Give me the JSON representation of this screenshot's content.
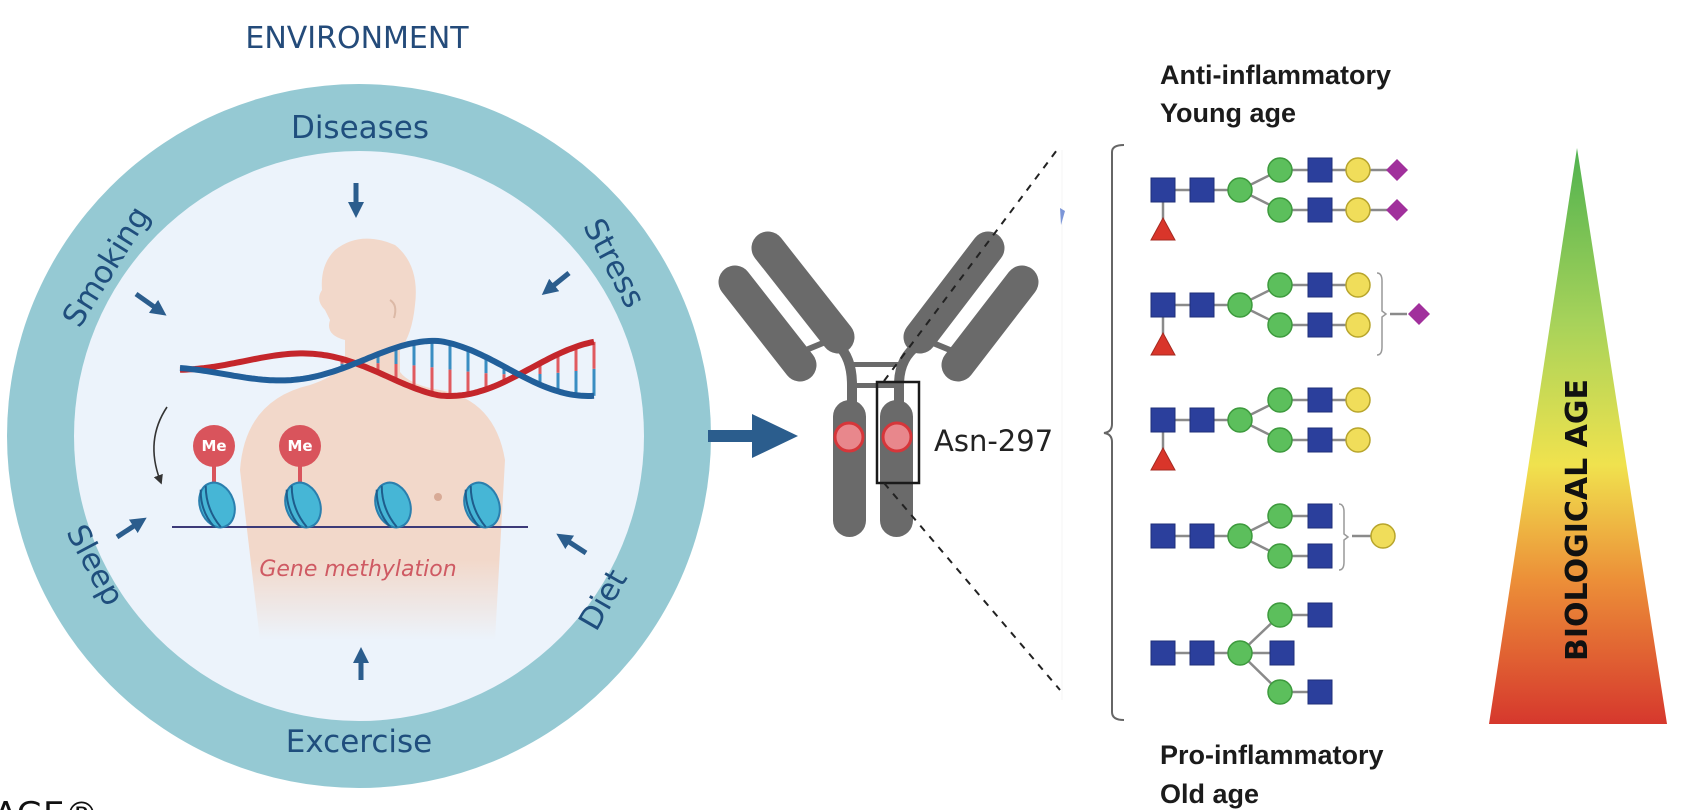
{
  "environment": {
    "title": "ENVIRONMENT",
    "factors": [
      {
        "id": "diseases",
        "label": "Diseases"
      },
      {
        "id": "stress",
        "label": "Stress"
      },
      {
        "id": "diet",
        "label": "Diet"
      },
      {
        "id": "exercise",
        "label": "Excercise"
      },
      {
        "id": "sleep",
        "label": "Sleep"
      },
      {
        "id": "smoking",
        "label": "Smoking"
      }
    ],
    "center_label": "Gene methylation",
    "methyl_tag": "Me",
    "methyl_tag_count": 2,
    "nucleosome_count": 4
  },
  "antibody": {
    "site_label": "Asn-297"
  },
  "glycans": {
    "top_heading": [
      "Anti-inflammatory",
      "Young age"
    ],
    "bottom_heading": [
      "Pro-inflammatory",
      "Old age"
    ],
    "structures": [
      {
        "id": "G2FS2",
        "fucose": true,
        "branch": [
          "mannose",
          "glcnac",
          "galactose",
          "sialic"
        ],
        "bisecting": false,
        "antenna_sialic": "both"
      },
      {
        "id": "G2FS1",
        "fucose": true,
        "branch": [
          "mannose",
          "glcnac",
          "galactose"
        ],
        "bisecting": false,
        "bracketed": "sialic"
      },
      {
        "id": "G2F",
        "fucose": true,
        "branch": [
          "mannose",
          "glcnac",
          "galactose"
        ],
        "bisecting": false
      },
      {
        "id": "G0-G1",
        "fucose": false,
        "branch": [
          "mannose",
          "glcnac"
        ],
        "bisecting": false,
        "bracketed": "galactose"
      },
      {
        "id": "G0B",
        "fucose": false,
        "branch": [
          "mannose",
          "glcnac"
        ],
        "bisecting": true
      }
    ],
    "colors": {
      "glcnac": "#2b3f9c",
      "mannose": "#5cbf5c",
      "galactose": "#f0dd5a",
      "sialic": "#a1309c",
      "fucose": "#d9352a"
    }
  },
  "biological_age": {
    "label": "BIOLOGICAL AGE",
    "gradient": [
      "#5ab85a",
      "#a6d25a",
      "#f0e24e",
      "#ec8f38",
      "#d9412f"
    ]
  },
  "footer_fragment": "AGE®",
  "colors": {
    "ring": "#95c9d3",
    "inner": "#ecf3fb",
    "arrow": "#2b5d8d",
    "antibody": "#6a6a6a",
    "site": "#e8878c"
  }
}
